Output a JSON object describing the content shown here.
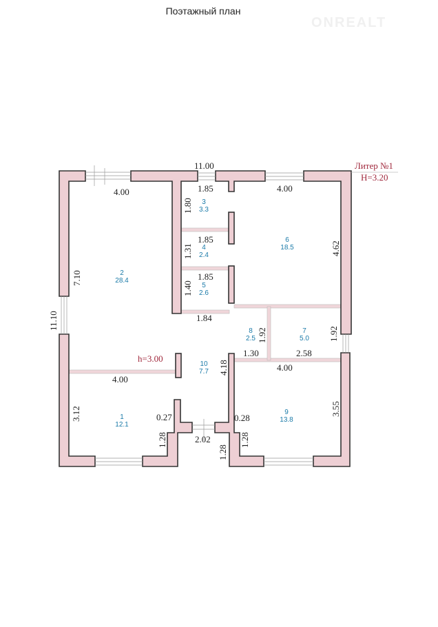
{
  "title": "Поэтажный план",
  "watermark": "ONREALT",
  "liter": {
    "label": "Литер №1",
    "height": "H=3.20"
  },
  "room_height": "h=3.00",
  "rooms": [
    {
      "num": "1",
      "area": "12.1"
    },
    {
      "num": "2",
      "area": "28.4"
    },
    {
      "num": "3",
      "area": "3.3"
    },
    {
      "num": "4",
      "area": "2.4"
    },
    {
      "num": "5",
      "area": "2.6"
    },
    {
      "num": "6",
      "area": "18.5"
    },
    {
      "num": "7",
      "area": "5.0"
    },
    {
      "num": "8",
      "area": "2.5"
    },
    {
      "num": "9",
      "area": "13.8"
    },
    {
      "num": "10",
      "area": "7.7"
    }
  ],
  "dims": {
    "total_width": "11.00",
    "total_height": "11.10",
    "r2_w": "4.00",
    "r2_h": "7.10",
    "r3_w": "1.85",
    "r3_h": "1.80",
    "r4_w": "1.85",
    "r4_h": "1.31",
    "r5_w": "1.85",
    "r5_h": "1.40",
    "r6_w": "4.00",
    "r6_h": "4.62",
    "hall_w": "1.84",
    "r8_h": "1.92",
    "r8_w": "1.30",
    "r7_w": "2.58",
    "r7_h": "1.92",
    "r9_w": "4.00",
    "r9_h": "3.55",
    "r10_h": "4.18",
    "r1_w": "4.00",
    "r1_h": "3.12",
    "left_jog": "0.27",
    "right_jog": "0.28",
    "entry_w": "2.02",
    "left_entry_h": "1.28",
    "right_entry_h1": "1.28",
    "right_entry_h2": "1.28"
  }
}
